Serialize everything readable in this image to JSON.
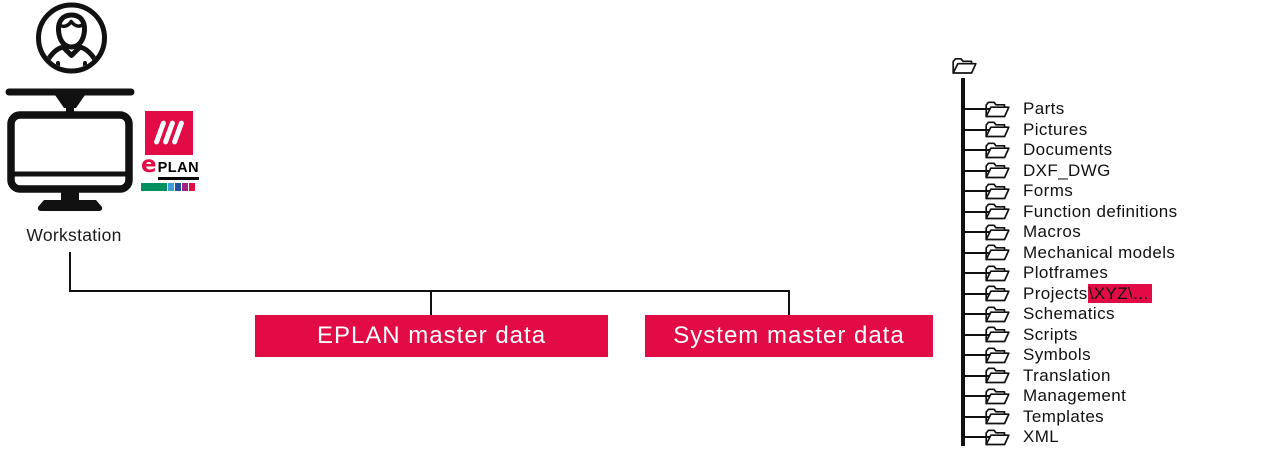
{
  "workstation": {
    "label": "Workstation"
  },
  "logo": {
    "e": "e",
    "plan": "PLAN",
    "bar_colors": [
      "#00915F",
      "#3E9ED9",
      "#20519F",
      "#A02382",
      "#E30B46"
    ]
  },
  "boxes": [
    {
      "label": "EPLAN master data"
    },
    {
      "label": "System master data"
    }
  ],
  "tree": {
    "folders": [
      "Parts",
      "Pictures",
      "Documents",
      "DXF_DWG",
      "Forms",
      "Function definitions",
      "Macros",
      "Mechanical models",
      "Plotframes",
      "Projects",
      "Schematics",
      "Scripts",
      "Symbols",
      "Translation",
      "Management",
      "Templates",
      "XML"
    ],
    "highlight": {
      "folder": "Projects",
      "text": "\\XYZ\\..."
    }
  },
  "colors": {
    "accent_red": "#E30B46",
    "line_black": "#111111"
  }
}
